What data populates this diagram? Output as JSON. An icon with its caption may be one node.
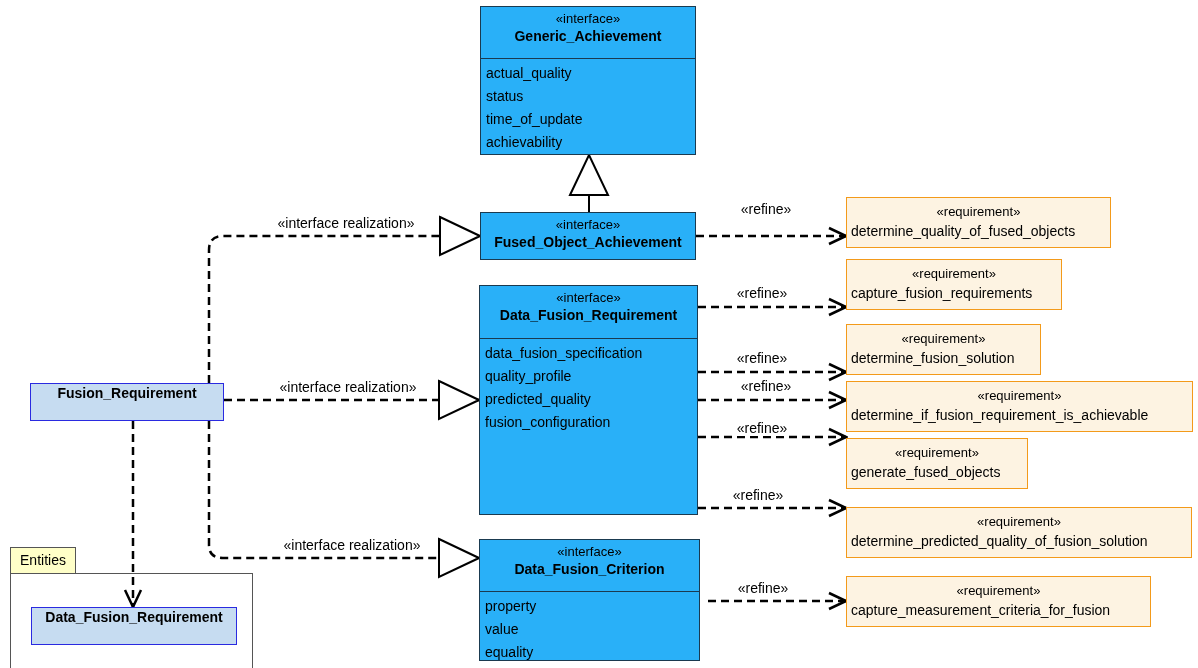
{
  "diagram": {
    "nodes": [
      {
        "text": [
          "«interface»",
          "Generic_Achievement",
          "actual_quality",
          "status",
          "time_of_update",
          "achievability"
        ]
      },
      {
        "text": [
          "«interface»",
          "Fused_Object_Achievement"
        ]
      },
      {
        "text": [
          "«interface»",
          "Data_Fusion_Requirement",
          "data_fusion_specification",
          "quality_profile",
          "predicted_quality",
          "fusion_configuration"
        ]
      },
      {
        "text": [
          "«interface»",
          "Data_Fusion_Criterion",
          "property",
          "value",
          "equality"
        ]
      },
      {
        "text": [
          "Fusion_Requirement"
        ]
      },
      {
        "text": [
          "Entities"
        ]
      },
      {
        "text": [
          "Data_Fusion_Requirement"
        ],
        "in": 5
      },
      {
        "text": [
          "«requirement»",
          "determine_quality_of_fused_objects"
        ]
      },
      {
        "text": [
          "«requirement»",
          "capture_fusion_requirements"
        ]
      },
      {
        "text": [
          "«requirement»",
          "determine_fusion_solution"
        ]
      },
      {
        "text": [
          "«requirement»",
          "determine_if_fusion_requirement_is_achievable"
        ]
      },
      {
        "text": [
          "«requirement»",
          "generate_fused_objects"
        ]
      },
      {
        "text": [
          "«requirement»",
          "determine_predicted_quality_of_fusion_solution"
        ]
      },
      {
        "text": [
          "«requirement»",
          "capture_measurement_criteria_for_fusion"
        ]
      }
    ],
    "edges": [
      {
        "from": 1,
        "to": 0,
        "arrow": "to"
      },
      {
        "from": 4,
        "to": 1,
        "arrow": "to",
        "label": "«interface realization»",
        "style": "dashed"
      },
      {
        "from": 4,
        "to": 2,
        "arrow": "to",
        "label": "«interface realization»",
        "style": "dashed"
      },
      {
        "from": 4,
        "to": 3,
        "arrow": "to",
        "label": "«interface realization»",
        "style": "dashed"
      },
      {
        "from": 4,
        "to": 6,
        "arrow": "to",
        "style": "dashed"
      },
      {
        "from": 1,
        "to": 7,
        "arrow": "to",
        "label": "«refine»",
        "style": "dashed"
      },
      {
        "from": 2,
        "to": 8,
        "arrow": "to",
        "label": "«refine»",
        "style": "dashed"
      },
      {
        "from": 2,
        "to": 9,
        "arrow": "to",
        "label": "«refine»",
        "style": "dashed"
      },
      {
        "from": 2,
        "to": 10,
        "arrow": "to",
        "label": "«refine»",
        "style": "dashed"
      },
      {
        "from": 2,
        "to": 11,
        "arrow": "to",
        "label": "«refine»",
        "style": "dashed"
      },
      {
        "from": 2,
        "to": 12,
        "arrow": "to",
        "label": "«refine»",
        "style": "dashed"
      },
      {
        "from": 3,
        "to": 13,
        "arrow": "to",
        "label": "«refine»",
        "style": "dashed"
      }
    ]
  }
}
